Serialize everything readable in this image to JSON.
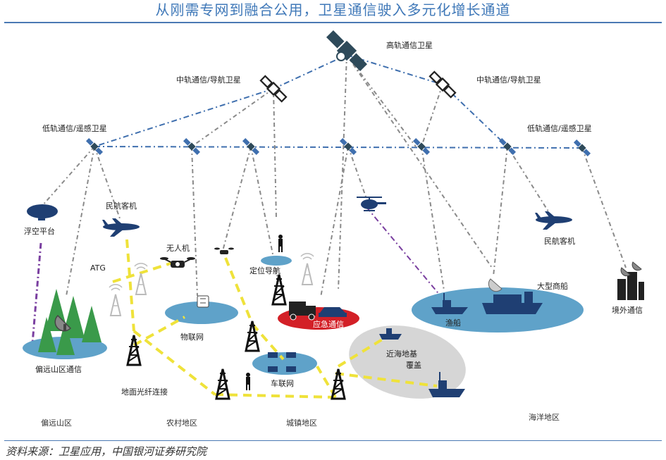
{
  "title": "从刚需专网到融合公用，卫星通信驶入多元化增长通道",
  "source": "资料来源：卫星应用，中国银河证券研究院",
  "labels": {
    "geo_satellite": "高轨通信卫星",
    "meo_left": "中轨通信/导航卫星",
    "meo_right": "中轨通信/导航卫星",
    "leo_left": "低轨通信/遥感卫星",
    "leo_right": "低轨通信/遥感卫星",
    "aerostat": "浮空平台",
    "airliner_left": "民航客机",
    "airliner_right": "民航客机",
    "atg": "ATG",
    "drone": "无人机",
    "positioning": "定位导航",
    "iot": "物联网",
    "emergency": "应急通信",
    "vehicle_net": "车联网",
    "remote_comm": "偏远山区通信",
    "fiber_link": "地面光纤连接",
    "offshore": "近海地基",
    "offshore_2": "覆盖",
    "cargo_ship": "大型商船",
    "fishing_boat": "渔船",
    "overseas": "境外通信"
  },
  "regions": [
    "偏远山区",
    "农村地区",
    "城镇地区",
    "海洋地区"
  ],
  "colors": {
    "accent": "#3f78b8",
    "dark_blue": "#1f3f73",
    "satellite_dark": "#2e4a5a",
    "link_gray": "#8a8a8a",
    "link_blue": "#3f6fae",
    "link_yellow": "#efe23a",
    "link_purple": "#7a3fa0",
    "emergency_red": "#d32027",
    "zone_blue": "#5fa2c9",
    "zone_gray": "#d6d6d6",
    "tree_green": "#3a9a4a"
  }
}
